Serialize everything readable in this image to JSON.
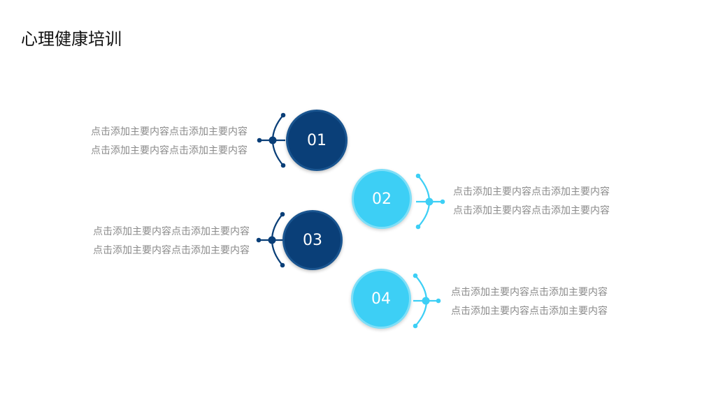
{
  "title": "心理健康培训",
  "colors": {
    "dark": "#0a3f78",
    "light": "#3dcff5",
    "text": "#8a8a8a"
  },
  "items": [
    {
      "number": "01",
      "style": "dark",
      "lines": [
        "点击添加主要内容点击添加主要内容",
        "点击添加主要内容点击添加主要内容"
      ]
    },
    {
      "number": "02",
      "style": "light",
      "lines": [
        "点击添加主要内容点击添加主要内容",
        "点击添加主要内容点击添加主要内容"
      ]
    },
    {
      "number": "03",
      "style": "dark",
      "lines": [
        "点击添加主要内容点击添加主要内容",
        "点击添加主要内容点击添加主要内容"
      ]
    },
    {
      "number": "04",
      "style": "light",
      "lines": [
        "点击添加主要内容点击添加主要内容",
        "点击添加主要内容点击添加主要内容"
      ]
    }
  ]
}
